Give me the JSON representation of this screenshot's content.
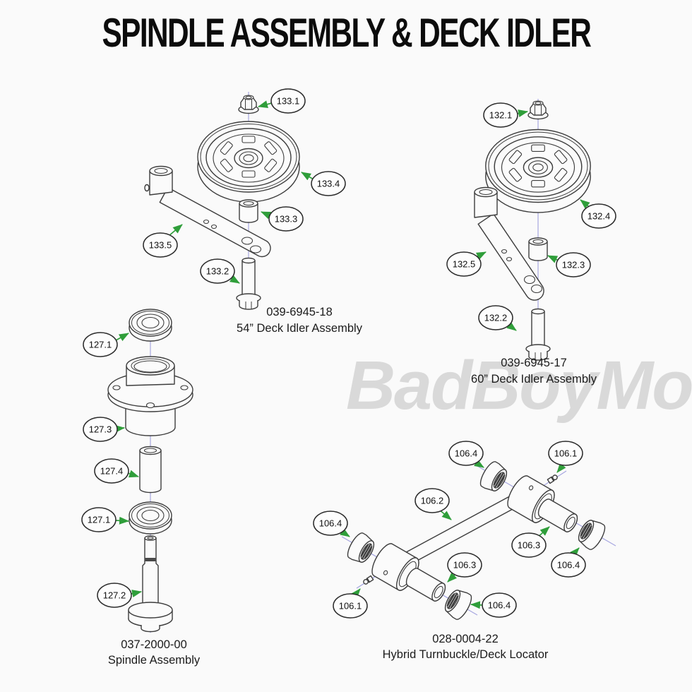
{
  "title": "SPINDLE ASSEMBLY & DECK IDLER",
  "watermark": "BadBoyMowerParts.com",
  "colors": {
    "background": "#fafafa",
    "line_art": "#3d3d3d",
    "centerline_blue": "#a6a6e0",
    "arrow_green": "#2f9e3a",
    "watermark_gray": "#d9d9d9",
    "text": "#1b1b1b"
  },
  "assemblies": {
    "idler54": {
      "part_number": "039-6945-18",
      "name": "54” Deck Idler Assembly",
      "callouts": [
        "133.1",
        "133.4",
        "133.3",
        "133.5",
        "133.2"
      ]
    },
    "idler60": {
      "part_number": "039-6945-17",
      "name": "60” Deck Idler Assembly",
      "callouts": [
        "132.1",
        "132.4",
        "132.3",
        "132.5",
        "132.2"
      ]
    },
    "spindle": {
      "part_number": "037-2000-00",
      "name": "Spindle Assembly",
      "callouts": [
        "127.1",
        "127.3",
        "127.4",
        "127.1",
        "127.2"
      ]
    },
    "turnbuckle": {
      "part_number": "028-0004-22",
      "name": "Hybrid Turnbuckle/Deck Locator",
      "callouts": [
        "106.4",
        "106.1",
        "106.2",
        "106.3",
        "106.4",
        "106.4",
        "106.1",
        "106.3",
        "106.4"
      ]
    }
  }
}
